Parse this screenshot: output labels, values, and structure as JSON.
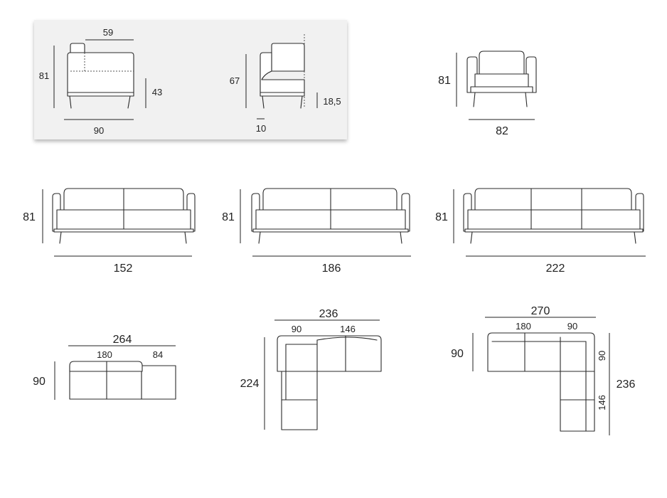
{
  "side_views": {
    "armchair_front": {
      "depth_top": "59",
      "height": "81",
      "seat_height": "43",
      "depth": "90"
    },
    "armchair_side": {
      "height": "67",
      "leg_height": "18,5",
      "leg_offset": "10"
    }
  },
  "armchair": {
    "height": "81",
    "width": "82"
  },
  "sofas": [
    {
      "height": "81",
      "width": "152"
    },
    {
      "height": "81",
      "width": "186"
    },
    {
      "height": "81",
      "width": "222"
    }
  ],
  "corner_sofas": [
    {
      "total_width": "264",
      "seg_a": "180",
      "seg_b": "84",
      "depth": "90"
    },
    {
      "total_width": "236",
      "seg_a": "90",
      "seg_b": "146",
      "depth": "224"
    },
    {
      "total_width": "270",
      "seg_a": "180",
      "seg_b": "90",
      "depth": "90",
      "side_a": "90",
      "side_b": "146",
      "side_depth": "236"
    }
  ]
}
